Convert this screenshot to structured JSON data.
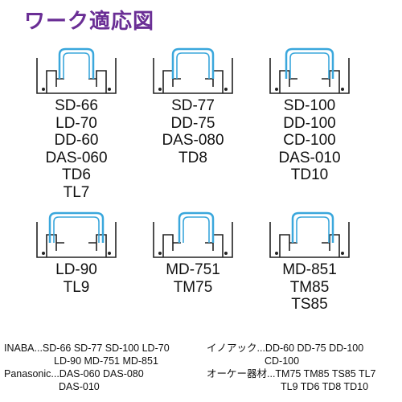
{
  "title": "ワーク適応図",
  "colors": {
    "title": "#6a2e95",
    "fixture": "#3aa7dc"
  },
  "cells": [
    {
      "models": [
        "SD-66",
        "LD-70",
        "DD-60",
        "DAS-060",
        "TD6",
        "TL7"
      ]
    },
    {
      "models": [
        "SD-77",
        "DD-75",
        "DAS-080",
        "TD8"
      ]
    },
    {
      "models": [
        "SD-100",
        "DD-100",
        "CD-100",
        "DAS-010",
        "TD10"
      ]
    },
    {
      "models": [
        "LD-90",
        "TL9"
      ]
    },
    {
      "models": [
        "MD-751",
        "TM75"
      ]
    },
    {
      "models": [
        "MD-851",
        "TM85",
        "TS85"
      ]
    }
  ],
  "footer": {
    "left": [
      {
        "lead": "INABA...SD-66 SD-77 SD-100 LD-70",
        "cont": "LD-90 MD-751 MD-851"
      },
      {
        "lead": "Panasonic...DAS-060 DAS-080",
        "cont": "DAS-010"
      }
    ],
    "right": [
      {
        "lead": "イノアック...DD-60 DD-75 DD-100",
        "cont": "CD-100"
      },
      {
        "lead": "オーケー器材...TM75 TM85 TS85 TL7",
        "cont": "TL9 TD6 TD8 TD10"
      }
    ]
  }
}
